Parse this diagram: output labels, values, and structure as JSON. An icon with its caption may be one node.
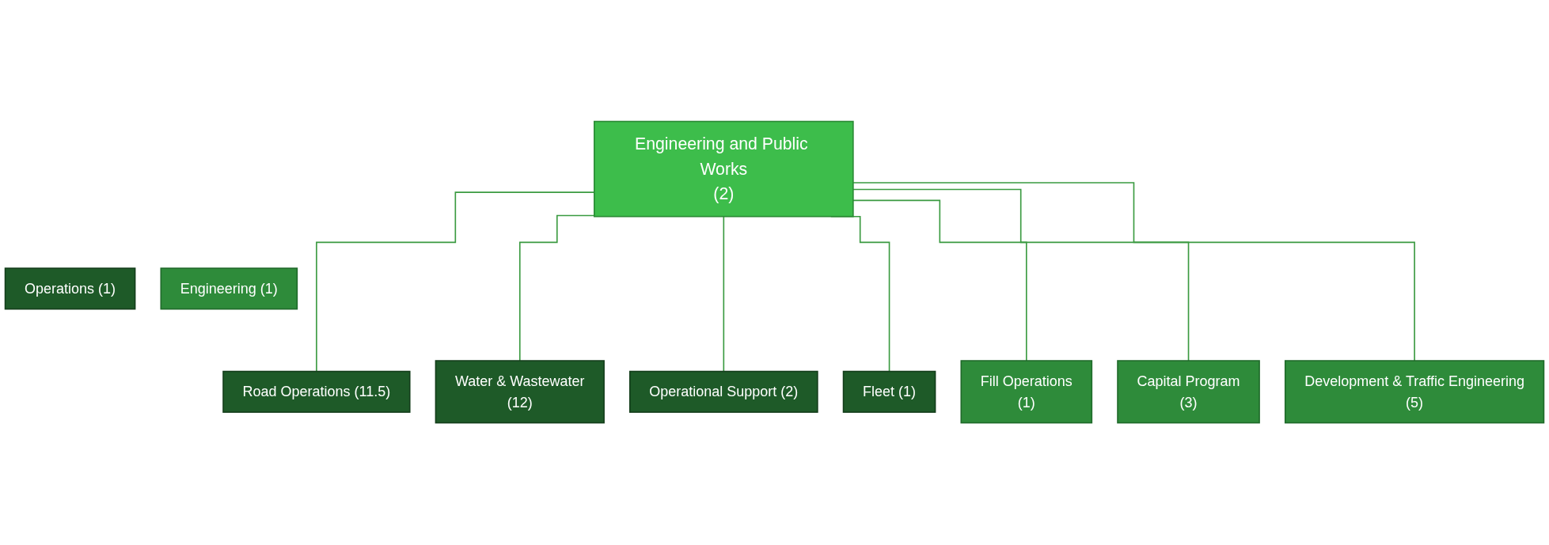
{
  "diagram": {
    "nodes": [
      {
        "text": [
          "Engineering and Public Works",
          "(2)"
        ]
      },
      {
        "text": [
          "Operations (1)"
        ]
      },
      {
        "text": [
          "Engineering (1)"
        ]
      },
      {
        "text": [
          "Road Operations (11.5)"
        ]
      },
      {
        "text": [
          "Water & Wastewater",
          "(12)"
        ]
      },
      {
        "text": [
          "Operational Support (2)"
        ]
      },
      {
        "text": [
          "Fleet (1)"
        ]
      },
      {
        "text": [
          "Fill Operations",
          "(1)"
        ]
      },
      {
        "text": [
          "Capital Program",
          "(3)"
        ]
      },
      {
        "text": [
          "Development & Traffic Engineering",
          "(5)"
        ]
      }
    ],
    "edges": [
      {
        "from": 0,
        "to": 3,
        "arrow": "none"
      },
      {
        "from": 0,
        "to": 4,
        "arrow": "none"
      },
      {
        "from": 0,
        "to": 5,
        "arrow": "none"
      },
      {
        "from": 0,
        "to": 6,
        "arrow": "none"
      },
      {
        "from": 0,
        "to": 7,
        "arrow": "none"
      },
      {
        "from": 0,
        "to": 8,
        "arrow": "none"
      },
      {
        "from": 0,
        "to": 9,
        "arrow": "none"
      }
    ]
  }
}
